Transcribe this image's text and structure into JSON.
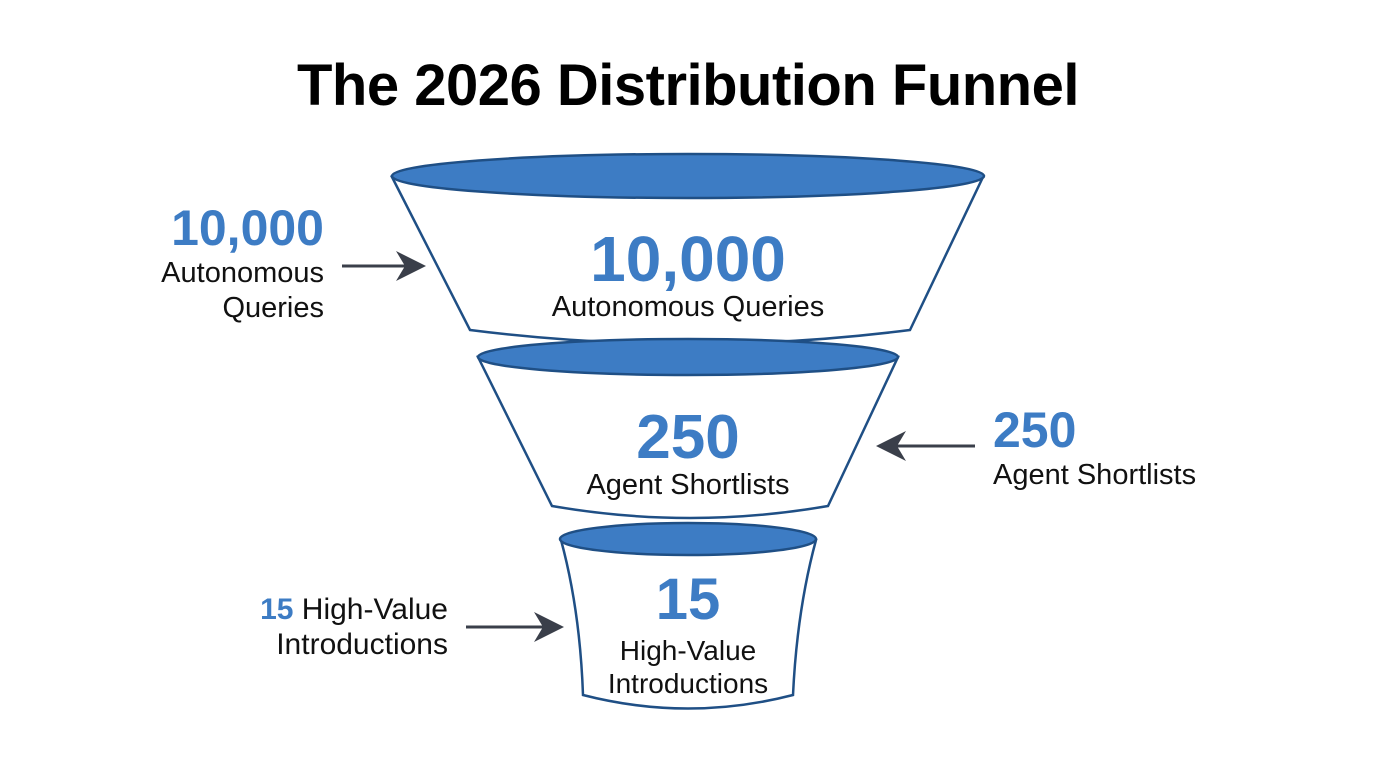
{
  "title": "The 2026 Distribution Funnel",
  "colors": {
    "accent": "#3d7cc4",
    "outline": "#1f4f85",
    "arrow": "#3a3f4a",
    "text": "#111111"
  },
  "stages": [
    {
      "value": "10,000",
      "label": "Autonomous Queries",
      "callout_value": "10,000",
      "callout_line1": "Autonomous",
      "callout_line2": "Queries"
    },
    {
      "value": "250",
      "label": "Agent Shortlists",
      "callout_value": "250",
      "callout_line1": "Agent Shortlists"
    },
    {
      "value": "15",
      "label_line1": "High-Value",
      "label_line2": "Introductions",
      "callout_value": "15",
      "callout_line1": "High-Value",
      "callout_line2": "Introductions"
    }
  ]
}
